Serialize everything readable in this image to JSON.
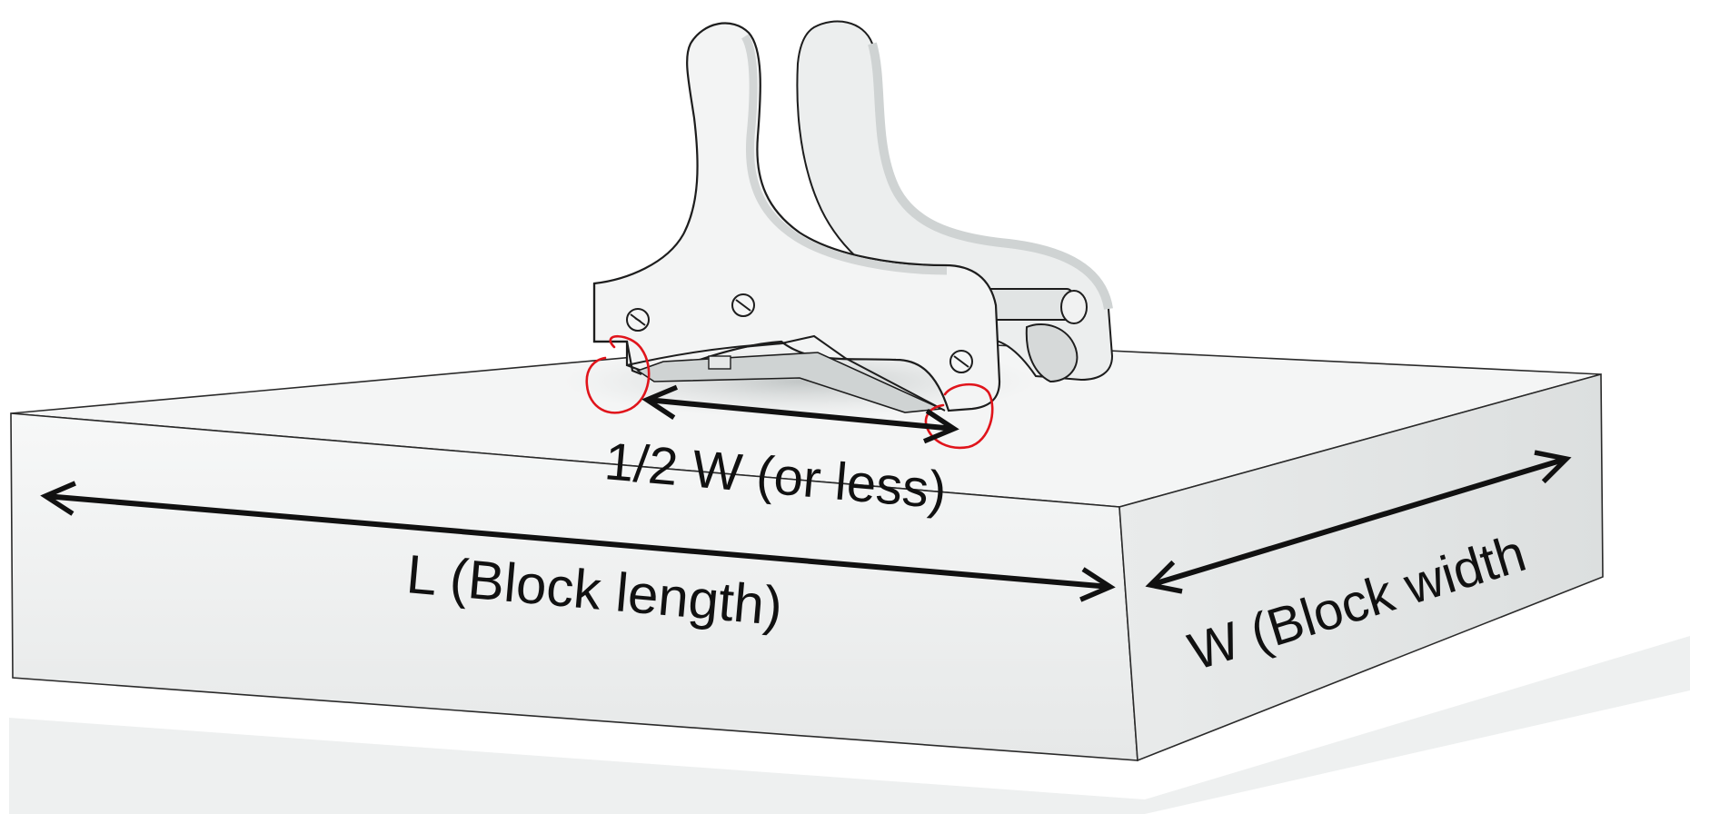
{
  "diagram": {
    "labels": {
      "half_width": "1/2 W (or less)",
      "length": "L (Block length)",
      "width": "W (Block width"
    },
    "colors": {
      "arrow": "#111111",
      "annotation": "#e0141b",
      "block_top": "#f4f5f5",
      "block_front": "#eceeee",
      "block_side": "#e3e5e5",
      "tool_body": "#f3f4f4"
    }
  }
}
